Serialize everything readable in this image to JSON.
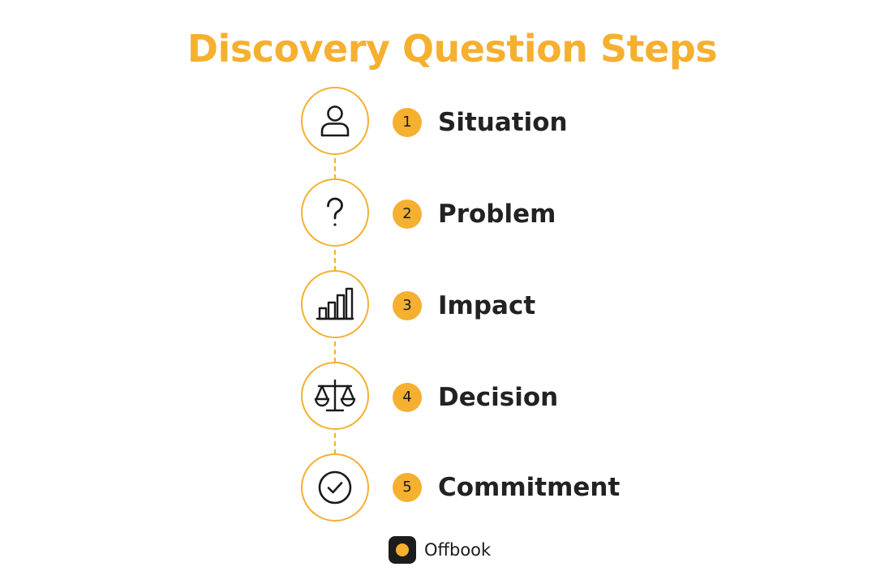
{
  "title": "Discovery Question Steps",
  "accent_color": "#F5B030",
  "text_color": "#222222",
  "steps": [
    {
      "number": "1",
      "label": "Situation",
      "icon": "person-icon"
    },
    {
      "number": "2",
      "label": "Problem",
      "icon": "question-mark-icon"
    },
    {
      "number": "3",
      "label": "Impact",
      "icon": "bar-chart-icon"
    },
    {
      "number": "4",
      "label": "Decision",
      "icon": "scales-icon"
    },
    {
      "number": "5",
      "label": "Commitment",
      "icon": "check-circle-icon"
    }
  ],
  "brand": {
    "name": "Offbook",
    "logo": "offbook-logo"
  }
}
